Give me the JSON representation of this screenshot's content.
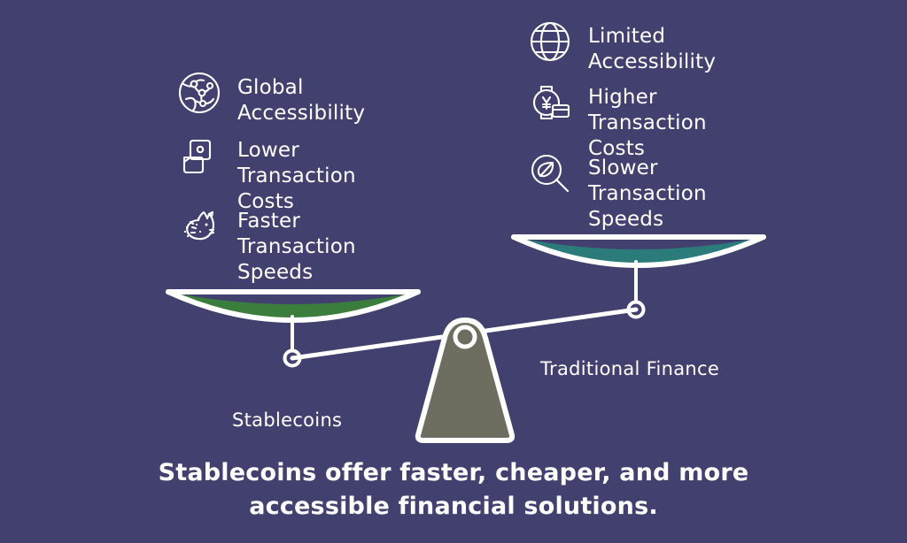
{
  "canvas": {
    "background_color": "#41406f",
    "text_color": "#ffffff"
  },
  "left_side": {
    "pan_color": "#3a7d3d",
    "pan_label": "Stablecoins",
    "features": [
      {
        "icon": "network-globe-icon",
        "label": "Global\nAccessibility"
      },
      {
        "icon": "wallet-card-icon",
        "label": "Lower\nTransaction\nCosts"
      },
      {
        "icon": "cheetah-head-icon",
        "label": "Faster\nTransaction\nSpeeds"
      }
    ]
  },
  "right_side": {
    "pan_color": "#2c7b7b",
    "pan_label": "Traditional Finance",
    "features": [
      {
        "icon": "globe-grid-icon",
        "label": "Limited\nAccessibility"
      },
      {
        "icon": "watch-yen-card-icon",
        "label": "Higher\nTransaction\nCosts"
      },
      {
        "icon": "magnifier-leaf-icon",
        "label": "Slower\nTransaction\nSpeeds"
      }
    ]
  },
  "fulcrum": {
    "name": "scale-fulcrum",
    "fill_color": "#6e6e60",
    "outline_color": "#ffffff"
  },
  "caption": {
    "text": "Stablecoins offer faster, cheaper, and more\naccessible financial solutions."
  }
}
